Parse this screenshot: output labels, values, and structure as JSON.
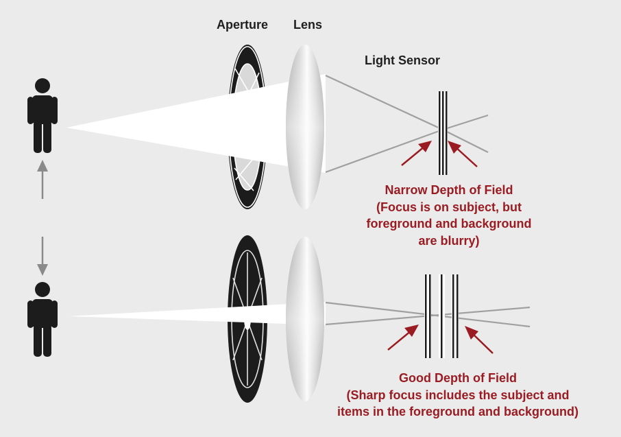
{
  "labels": {
    "aperture": "Aperture",
    "lens": "Lens",
    "light_sensor": "Light Sensor"
  },
  "narrow": {
    "title": "Narrow Depth of Field",
    "line1": "(Focus is on subject, but",
    "line2": "foreground and background",
    "line3": "are blurry)"
  },
  "good": {
    "title": "Good Depth of Field",
    "line1": "(Sharp focus includes the subject and",
    "line2": "items in the foreground and background)"
  },
  "colors": {
    "background": "#ebebeb",
    "figure": "#1c1c1c",
    "caption": "#9a1c22",
    "beam": "#ffffff",
    "rays": "#9e9e9e"
  },
  "icons": [
    "person-icon",
    "up-arrow-icon",
    "down-arrow-icon",
    "aperture-icon",
    "lens-icon",
    "sensor-icon",
    "pointer-arrow-icon"
  ]
}
